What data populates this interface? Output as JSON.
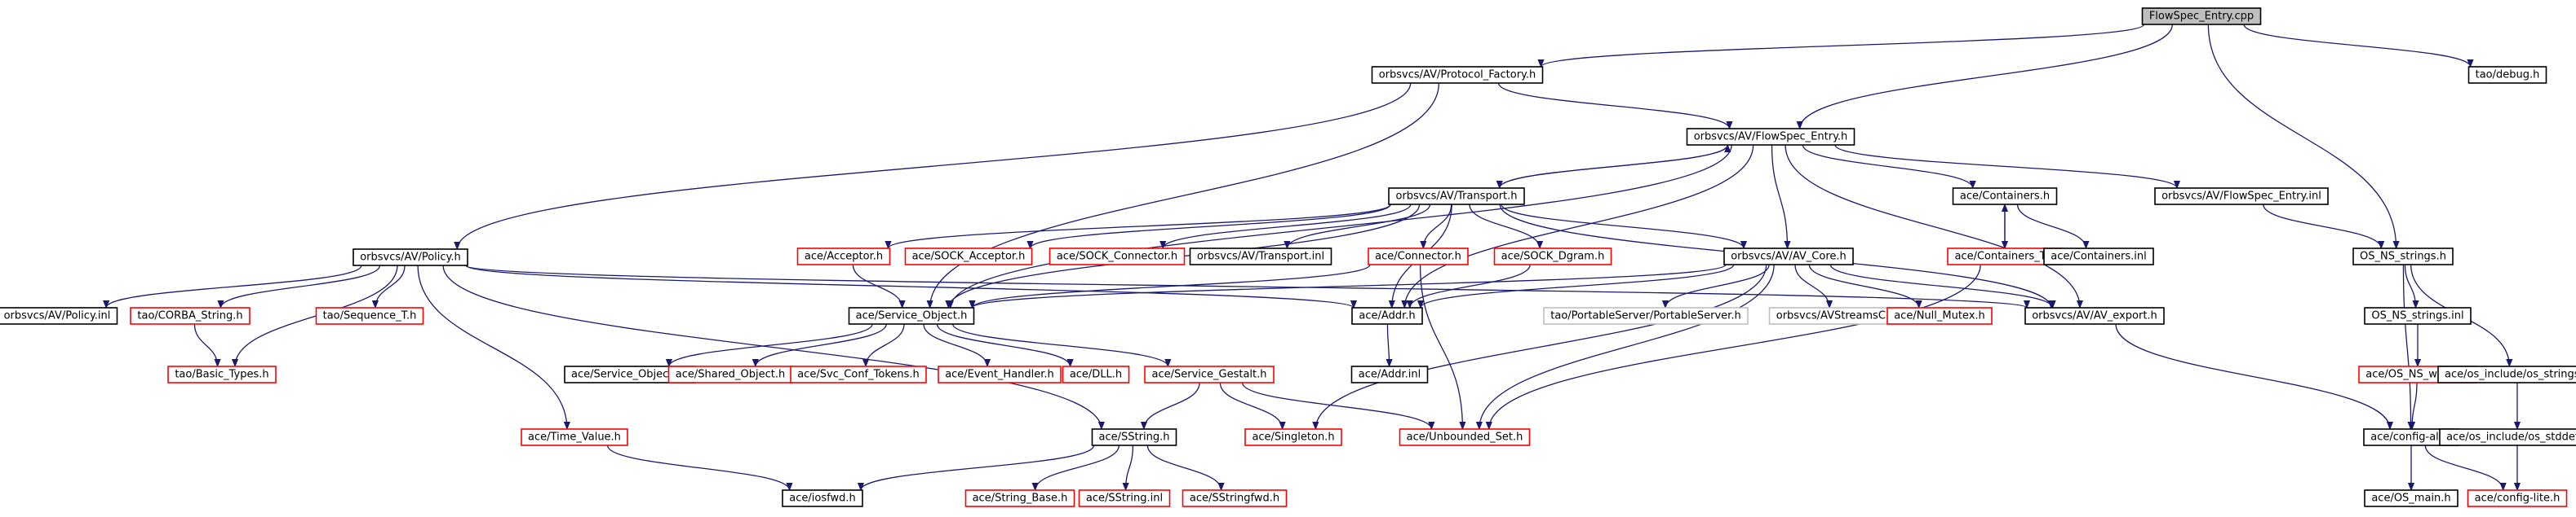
{
  "diagram": {
    "type": "include-dependency-graph",
    "colors": {
      "edge": "#191970",
      "node_border_documented": "#000000",
      "node_border_undocumented": "#ff0000",
      "node_border_external": "#bfbfbf",
      "root_fill": "#bfbfbf",
      "background": "#ffffff"
    },
    "nodes": [
      {
        "id": "n0",
        "label": "FlowSpec_Entry.cpp",
        "style": "root"
      },
      {
        "id": "n1",
        "label": "orbsvcs/AV/Protocol_Factory.h",
        "style": "black"
      },
      {
        "id": "n2",
        "label": "orbsvcs/AV/FlowSpec_Entry.h",
        "style": "black"
      },
      {
        "id": "n3",
        "label": "tao/debug.h",
        "style": "black"
      },
      {
        "id": "n4",
        "label": "OS_NS_strings.h",
        "style": "black"
      },
      {
        "id": "n5",
        "label": "orbsvcs/AV/Policy.h",
        "style": "black"
      },
      {
        "id": "n6",
        "label": "orbsvcs/AV/Transport.h",
        "style": "black"
      },
      {
        "id": "n7",
        "label": "ace/Containers.h",
        "style": "black"
      },
      {
        "id": "n8",
        "label": "orbsvcs/AV/FlowSpec_Entry.inl",
        "style": "black"
      },
      {
        "id": "n9",
        "label": "ace/Containers_T.h",
        "style": "red"
      },
      {
        "id": "n10",
        "label": "ace/Containers.inl",
        "style": "black"
      },
      {
        "id": "n11",
        "label": "orbsvcs/AV/Policy.inl",
        "style": "black"
      },
      {
        "id": "n12",
        "label": "tao/CORBA_String.h",
        "style": "red"
      },
      {
        "id": "n13",
        "label": "tao/Sequence_T.h",
        "style": "red"
      },
      {
        "id": "n14",
        "label": "tao/Basic_Types.h",
        "style": "red"
      },
      {
        "id": "n15",
        "label": "ace/Acceptor.h",
        "style": "red"
      },
      {
        "id": "n16",
        "label": "ace/SOCK_Acceptor.h",
        "style": "red"
      },
      {
        "id": "n17",
        "label": "ace/SOCK_Connector.h",
        "style": "red"
      },
      {
        "id": "n18",
        "label": "orbsvcs/AV/Transport.inl",
        "style": "black"
      },
      {
        "id": "n19",
        "label": "ace/Connector.h",
        "style": "red"
      },
      {
        "id": "n20",
        "label": "ace/SOCK_Dgram.h",
        "style": "red"
      },
      {
        "id": "n21",
        "label": "orbsvcs/AV/AV_Core.h",
        "style": "black"
      },
      {
        "id": "n22",
        "label": "ace/Service_Object.h",
        "style": "black"
      },
      {
        "id": "n23",
        "label": "ace/Addr.h",
        "style": "black"
      },
      {
        "id": "n24",
        "label": "tao/PortableServer/PortableServer.h",
        "style": "grey"
      },
      {
        "id": "n25",
        "label": "orbsvcs/AVStreamsC.h",
        "style": "grey"
      },
      {
        "id": "n26",
        "label": "ace/Null_Mutex.h",
        "style": "red"
      },
      {
        "id": "n27",
        "label": "orbsvcs/AV/AV_export.h",
        "style": "black"
      },
      {
        "id": "n28",
        "label": "ace/Service_Object.inl",
        "style": "black"
      },
      {
        "id": "n29",
        "label": "ace/Shared_Object.h",
        "style": "red"
      },
      {
        "id": "n30",
        "label": "ace/Svc_Conf_Tokens.h",
        "style": "red"
      },
      {
        "id": "n31",
        "label": "ace/Event_Handler.h",
        "style": "red"
      },
      {
        "id": "n32",
        "label": "ace/DLL.h",
        "style": "red"
      },
      {
        "id": "n33",
        "label": "ace/Service_Gestalt.h",
        "style": "red"
      },
      {
        "id": "n34",
        "label": "ace/Addr.inl",
        "style": "black"
      },
      {
        "id": "n35",
        "label": "OS_NS_strings.inl",
        "style": "black"
      },
      {
        "id": "n36",
        "label": "ace/OS_NS_wchar.h",
        "style": "red"
      },
      {
        "id": "n37",
        "label": "ace/os_include/os_strings.h",
        "style": "black"
      },
      {
        "id": "n38",
        "label": "ace/Time_Value.h",
        "style": "red"
      },
      {
        "id": "n39",
        "label": "ace/SString.h",
        "style": "black"
      },
      {
        "id": "n40",
        "label": "ace/Singleton.h",
        "style": "red"
      },
      {
        "id": "n41",
        "label": "ace/Unbounded_Set.h",
        "style": "red"
      },
      {
        "id": "n42",
        "label": "ace/config-all.h",
        "style": "black"
      },
      {
        "id": "n43",
        "label": "ace/os_include/os_stddef.h",
        "style": "black"
      },
      {
        "id": "n44",
        "label": "ace/iosfwd.h",
        "style": "black"
      },
      {
        "id": "n45",
        "label": "ace/String_Base.h",
        "style": "red"
      },
      {
        "id": "n46",
        "label": "ace/SString.inl",
        "style": "red"
      },
      {
        "id": "n47",
        "label": "ace/SStringfwd.h",
        "style": "red"
      },
      {
        "id": "n48",
        "label": "ace/OS_main.h",
        "style": "black"
      },
      {
        "id": "n49",
        "label": "ace/config-lite.h",
        "style": "red"
      }
    ],
    "edges": [
      [
        "n0",
        "n1"
      ],
      [
        "n0",
        "n2"
      ],
      [
        "n0",
        "n3"
      ],
      [
        "n0",
        "n4"
      ],
      [
        "n1",
        "n2"
      ],
      [
        "n1",
        "n5"
      ],
      [
        "n1",
        "n22"
      ],
      [
        "n2",
        "n6"
      ],
      [
        "n2",
        "n7"
      ],
      [
        "n2",
        "n8"
      ],
      [
        "n2",
        "n21"
      ],
      [
        "n2",
        "n23"
      ],
      [
        "n2",
        "n27"
      ],
      [
        "n2",
        "n22"
      ],
      [
        "n6",
        "n2"
      ],
      [
        "n6",
        "n15"
      ],
      [
        "n6",
        "n16"
      ],
      [
        "n6",
        "n17"
      ],
      [
        "n6",
        "n18"
      ],
      [
        "n6",
        "n19"
      ],
      [
        "n6",
        "n20"
      ],
      [
        "n6",
        "n21"
      ],
      [
        "n6",
        "n22"
      ],
      [
        "n6",
        "n23"
      ],
      [
        "n6",
        "n27"
      ],
      [
        "n7",
        "n9"
      ],
      [
        "n7",
        "n10"
      ],
      [
        "n9",
        "n7"
      ],
      [
        "n9",
        "n41"
      ],
      [
        "n8",
        "n4"
      ],
      [
        "n5",
        "n11"
      ],
      [
        "n5",
        "n12"
      ],
      [
        "n5",
        "n13"
      ],
      [
        "n5",
        "n14"
      ],
      [
        "n5",
        "n38"
      ],
      [
        "n5",
        "n23"
      ],
      [
        "n5",
        "n27"
      ],
      [
        "n5",
        "n39"
      ],
      [
        "n12",
        "n14"
      ],
      [
        "n15",
        "n22"
      ],
      [
        "n19",
        "n22"
      ],
      [
        "n19",
        "n41"
      ],
      [
        "n20",
        "n23"
      ],
      [
        "n21",
        "n22"
      ],
      [
        "n21",
        "n23"
      ],
      [
        "n21",
        "n24"
      ],
      [
        "n21",
        "n25"
      ],
      [
        "n21",
        "n26"
      ],
      [
        "n21",
        "n27"
      ],
      [
        "n21",
        "n40"
      ],
      [
        "n21",
        "n41"
      ],
      [
        "n22",
        "n28"
      ],
      [
        "n22",
        "n29"
      ],
      [
        "n22",
        "n30"
      ],
      [
        "n22",
        "n31"
      ],
      [
        "n22",
        "n32"
      ],
      [
        "n22",
        "n33"
      ],
      [
        "n23",
        "n34"
      ],
      [
        "n33",
        "n39"
      ],
      [
        "n33",
        "n40"
      ],
      [
        "n33",
        "n41"
      ],
      [
        "n38",
        "n44"
      ],
      [
        "n39",
        "n44"
      ],
      [
        "n39",
        "n45"
      ],
      [
        "n39",
        "n46"
      ],
      [
        "n39",
        "n47"
      ],
      [
        "n27",
        "n42"
      ],
      [
        "n4",
        "n35"
      ],
      [
        "n4",
        "n37"
      ],
      [
        "n4",
        "n42"
      ],
      [
        "n35",
        "n36"
      ],
      [
        "n36",
        "n42"
      ],
      [
        "n37",
        "n43"
      ],
      [
        "n43",
        "n49"
      ],
      [
        "n42",
        "n48"
      ],
      [
        "n42",
        "n49"
      ]
    ]
  }
}
